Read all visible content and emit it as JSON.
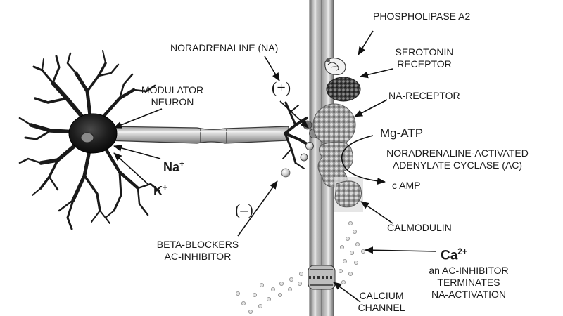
{
  "labels": {
    "phospholipase": "PHOSPHOLIPASE A2",
    "noradrenaline": "NORADRENALINE (NA)",
    "serotonin_l1": "SEROTONIN",
    "serotonin_l2": "RECEPTOR",
    "modulator_l1": "MODULATOR",
    "modulator_l2": "NEURON",
    "plus": "(+)",
    "na_receptor": "NA-RECEPTOR",
    "mg_atp": "Mg-ATP",
    "adenylate_l1": "NORADRENALINE-ACTIVATED",
    "adenylate_l2": "ADENYLATE CYCLASE (AC)",
    "na_ion": "Na",
    "na_charge": "+",
    "k_ion": "K",
    "k_charge": "+",
    "camp": "c AMP",
    "minus": "(–)",
    "calmodulin": "CALMODULIN",
    "beta_l1": "BETA-BLOCKERS",
    "beta_l2": "AC-INHIBITOR",
    "ca_ion": "Ca",
    "ca_charge": "2+",
    "ac_l1": "an AC-INHIBITOR",
    "ac_l2": "TERMINATES",
    "ac_l3": "NA-ACTIVATION",
    "calcium_l1": "CALCIUM",
    "calcium_l2": "CHANNEL"
  }
}
